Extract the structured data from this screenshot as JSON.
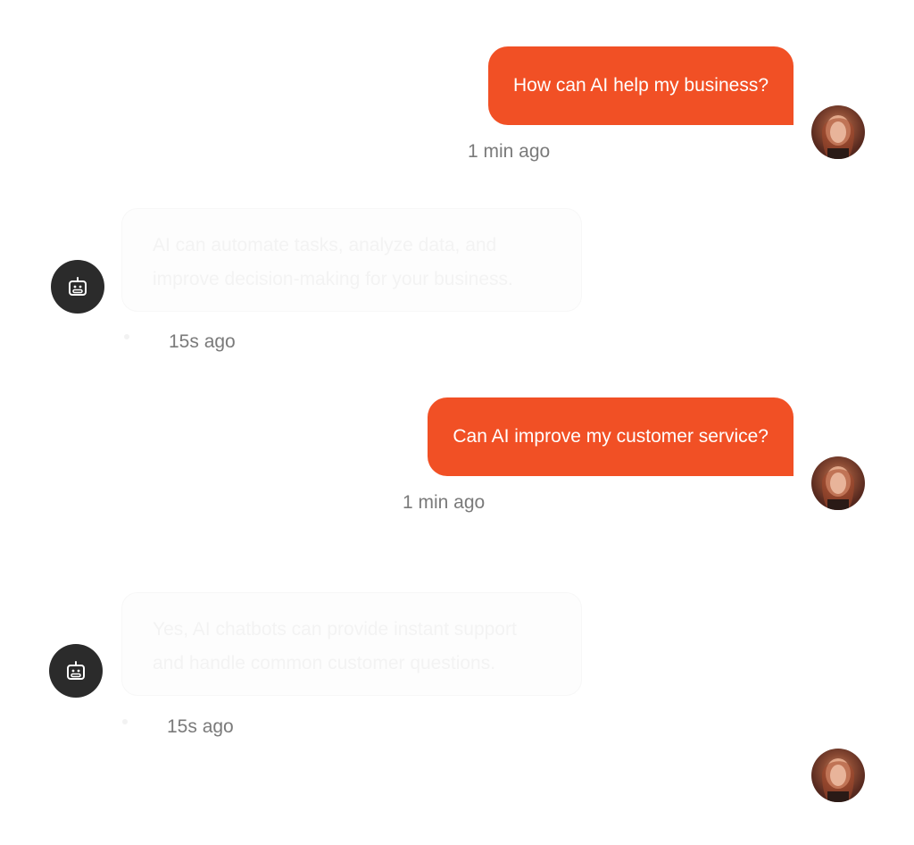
{
  "messages": [
    {
      "role": "user",
      "text": "How can AI help my business?",
      "time": "1 min ago"
    },
    {
      "role": "bot",
      "text": "AI can automate tasks, analyze data, and improve decision-making for your business.",
      "time": "15s ago"
    },
    {
      "role": "user",
      "text": "Can AI improve my customer service?",
      "time": "1 min ago"
    },
    {
      "role": "bot",
      "text": "Yes, AI chatbots can provide instant support and handle common customer questions.",
      "time": "15s ago"
    }
  ],
  "icons": {
    "user_avatar": "user-avatar",
    "bot_avatar": "robot-icon"
  },
  "colors": {
    "user_bubble": "#f15025",
    "bot_avatar_bg": "#2b2b2b",
    "timestamp": "#7a7a7a"
  }
}
